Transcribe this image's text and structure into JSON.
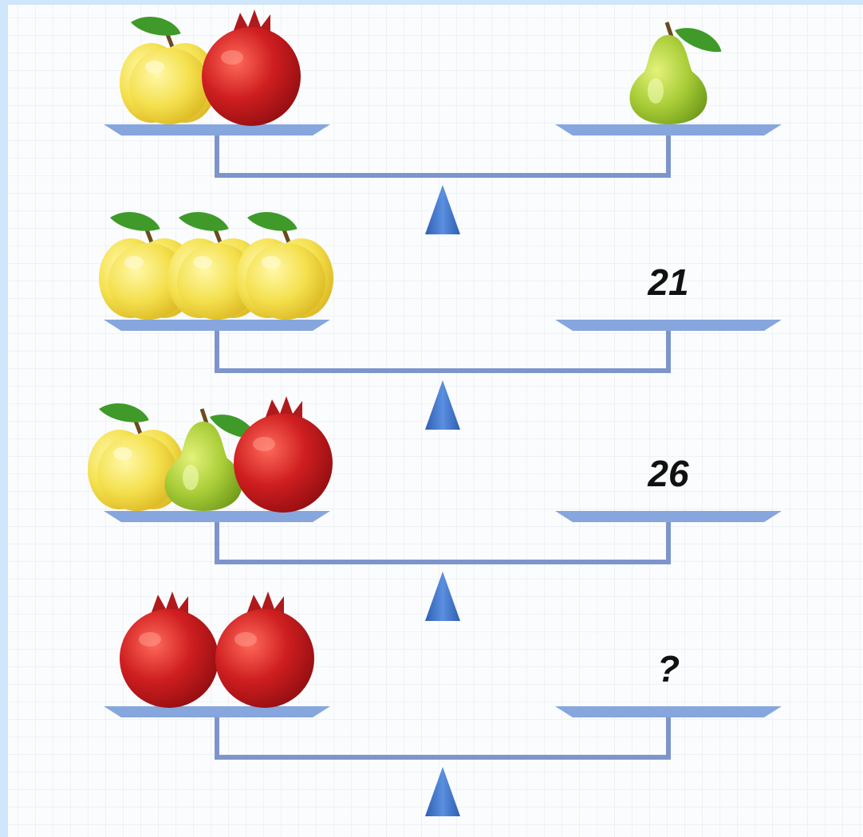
{
  "puzzle": {
    "rows": [
      {
        "left_items": [
          "apple",
          "pomegranate"
        ],
        "right_label": "",
        "right_items": [
          "pear"
        ]
      },
      {
        "left_items": [
          "apple",
          "apple",
          "apple"
        ],
        "right_label": "21",
        "right_items": []
      },
      {
        "left_items": [
          "apple",
          "pear",
          "pomegranate"
        ],
        "right_label": "26",
        "right_items": []
      },
      {
        "left_items": [
          "pomegranate",
          "pomegranate"
        ],
        "right_label": "?",
        "right_items": []
      }
    ]
  },
  "colors": {
    "frame": "#cfe6fb",
    "paper": "#fbfcfd",
    "grid": "#e3e8ee",
    "scale": "#7e95cc",
    "plate": "#86a6dd",
    "fulcrum": "#3f72c9",
    "apple": "#f4e04d",
    "pomegranate": "#cf1e20",
    "pear": "#a8cc37",
    "leaf": "#3f9a2a"
  },
  "icons": [
    "apple-icon",
    "pomegranate-icon",
    "pear-icon",
    "leaf-icon",
    "fulcrum-icon",
    "plate-icon"
  ]
}
